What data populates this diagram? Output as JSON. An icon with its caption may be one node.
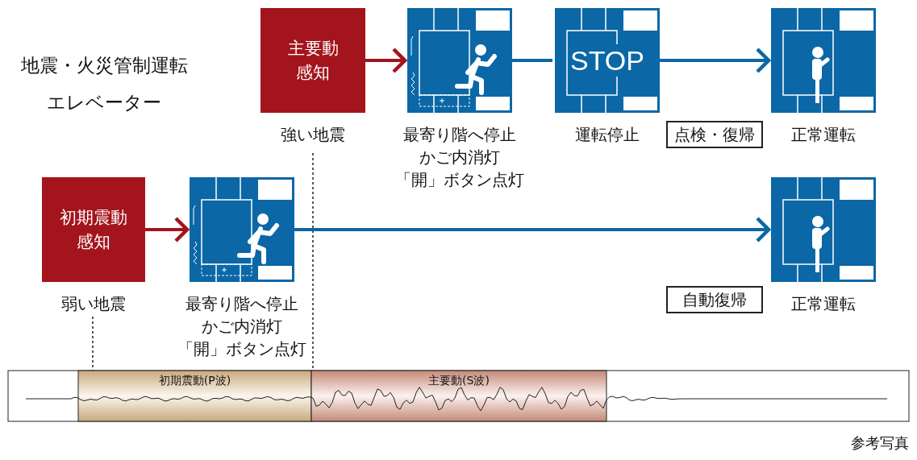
{
  "diagram": {
    "title": "地震・火災管制運転エレベーター",
    "nodes": [
      {
        "text": [
          "主要動感知"
        ],
        "beside": [
          "強い地震"
        ]
      },
      {
        "text": [],
        "shape": "picture",
        "beside": [
          "最寄り階へ停止",
          "かご内消灯",
          "「開」ボタン点灯"
        ]
      },
      {
        "text": [
          "STOP"
        ],
        "beside": [
          "運転停止"
        ]
      },
      {
        "text": [],
        "shape": "picture",
        "beside": [
          "正常運転"
        ]
      },
      {
        "text": [
          "初期震動感知"
        ],
        "beside": [
          "弱い地震"
        ]
      },
      {
        "text": [],
        "shape": "picture",
        "beside": [
          "最寄り階へ停止",
          "かご内消灯",
          "「開」ボタン点灯"
        ]
      },
      {
        "text": [],
        "shape": "picture",
        "beside": [
          "正常運転"
        ]
      }
    ],
    "edges": [
      {
        "from": 0,
        "to": 1,
        "arrow": "to",
        "color": "#a3141c"
      },
      {
        "from": 1,
        "to": 2,
        "arrow": "none"
      },
      {
        "from": 2,
        "to": 3,
        "arrow": "to"
      },
      {
        "from": 4,
        "to": 5,
        "arrow": "to",
        "color": "#a3141c"
      },
      {
        "from": 5,
        "to": 6,
        "arrow": "to"
      }
    ],
    "labels": [
      "点検・復帰",
      "自動復帰",
      "初期震動(P波)",
      "主要動(S波)",
      "参考写真"
    ]
  }
}
